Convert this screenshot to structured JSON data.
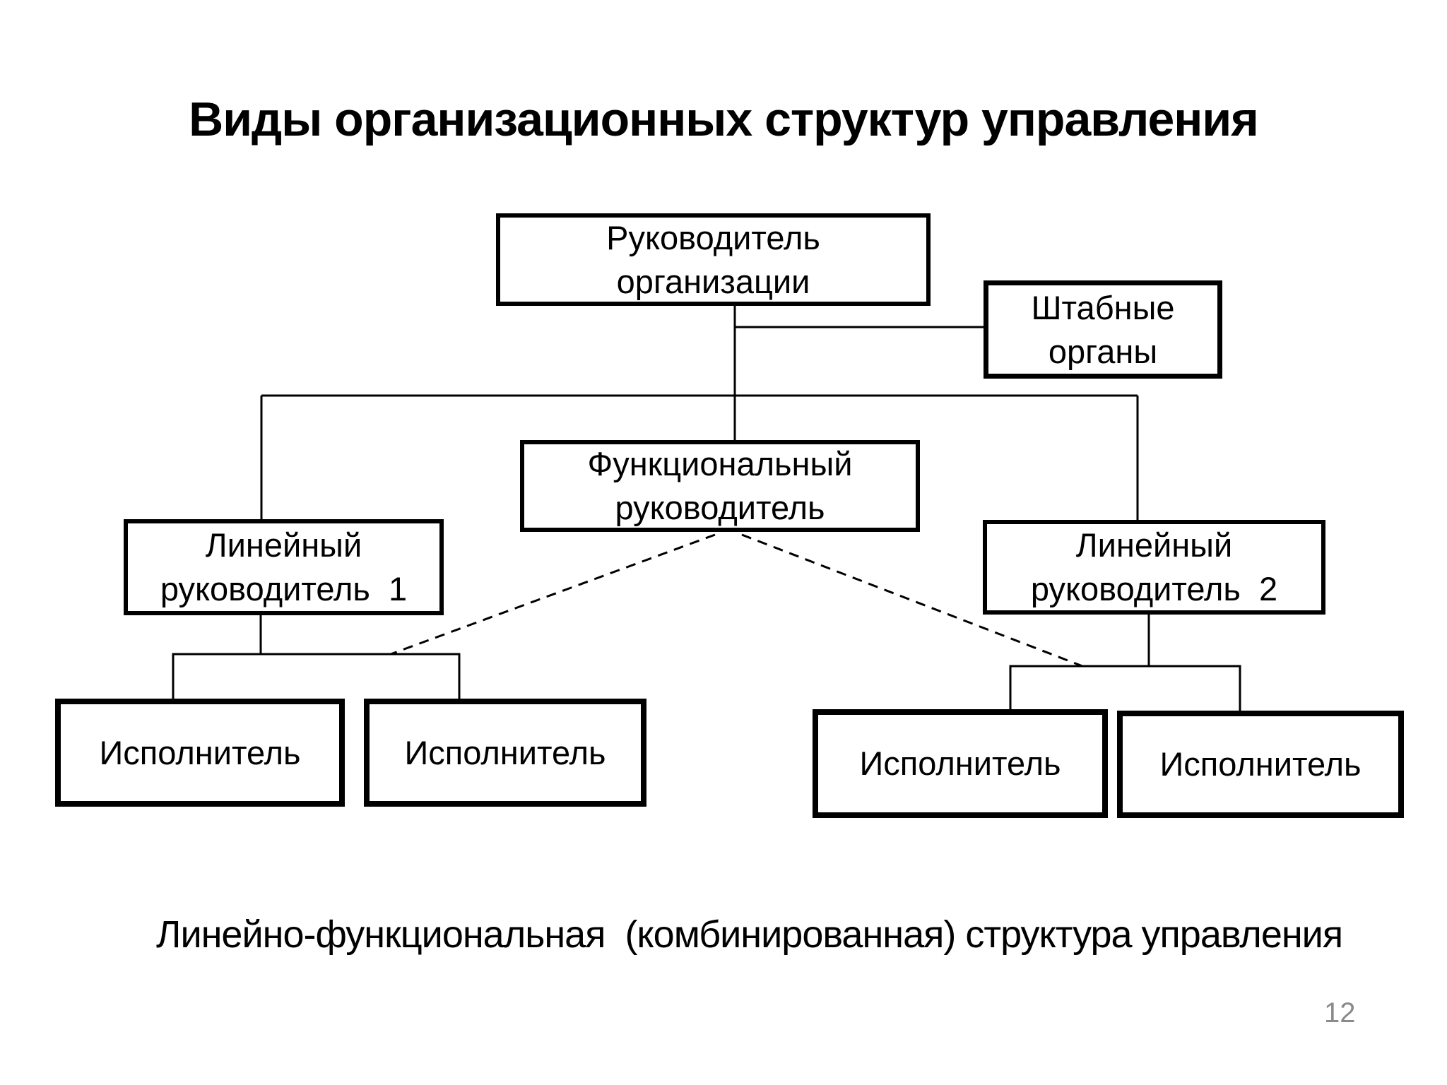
{
  "slide": {
    "title": "Виды организационных структур управления",
    "caption": "Линейно-функциональная  (комбинированная) структура управления",
    "page_number": "12"
  },
  "nodes": {
    "leader": {
      "line1": "Руководитель",
      "line2": "организации"
    },
    "staff": {
      "line1": "Штабные",
      "line2": "органы"
    },
    "functional": {
      "line1": "Функциональный",
      "line2": "руководитель"
    },
    "linear1": {
      "line1": "Линейный",
      "line2": "руководитель  1"
    },
    "linear2": {
      "line1": "Линейный",
      "line2": "руководитель  2"
    },
    "executor_left_1": {
      "label": "Исполнитель"
    },
    "executor_left_2": {
      "label": "Исполнитель"
    },
    "executor_right_1": {
      "label": "Исполнитель"
    },
    "executor_right_2": {
      "label": "Исполнитель"
    }
  },
  "colors": {
    "background": "#ffffff",
    "box_fill": "#ffffff",
    "box_border": "#000000",
    "text": "#000000",
    "connector": "#000000",
    "page_number": "#8a8a8a"
  }
}
